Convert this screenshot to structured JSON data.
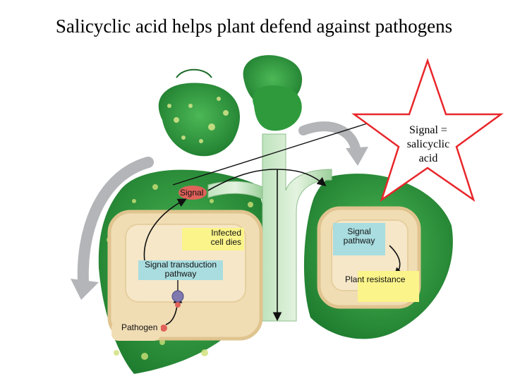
{
  "title": "Salicyclic acid helps plant defend against pathogens",
  "labels": {
    "signal": "Signal",
    "infected": "Infected\ncell dies",
    "signal_transduction": "Signal transduction\npathway",
    "pathogen": "Pathogen",
    "signal_pathway": "Signal\npathway",
    "plant_resistance": "Plant resistance"
  },
  "callout": {
    "text": "Signal =\nsalicyclic\nacid",
    "star_color": "#e8262a"
  },
  "colors": {
    "leaf_green": "#2f9a3e",
    "cell_tan": "#f1ddb4",
    "signal_red": "#e0625a",
    "arrow_gray": "#b3b5b8"
  }
}
